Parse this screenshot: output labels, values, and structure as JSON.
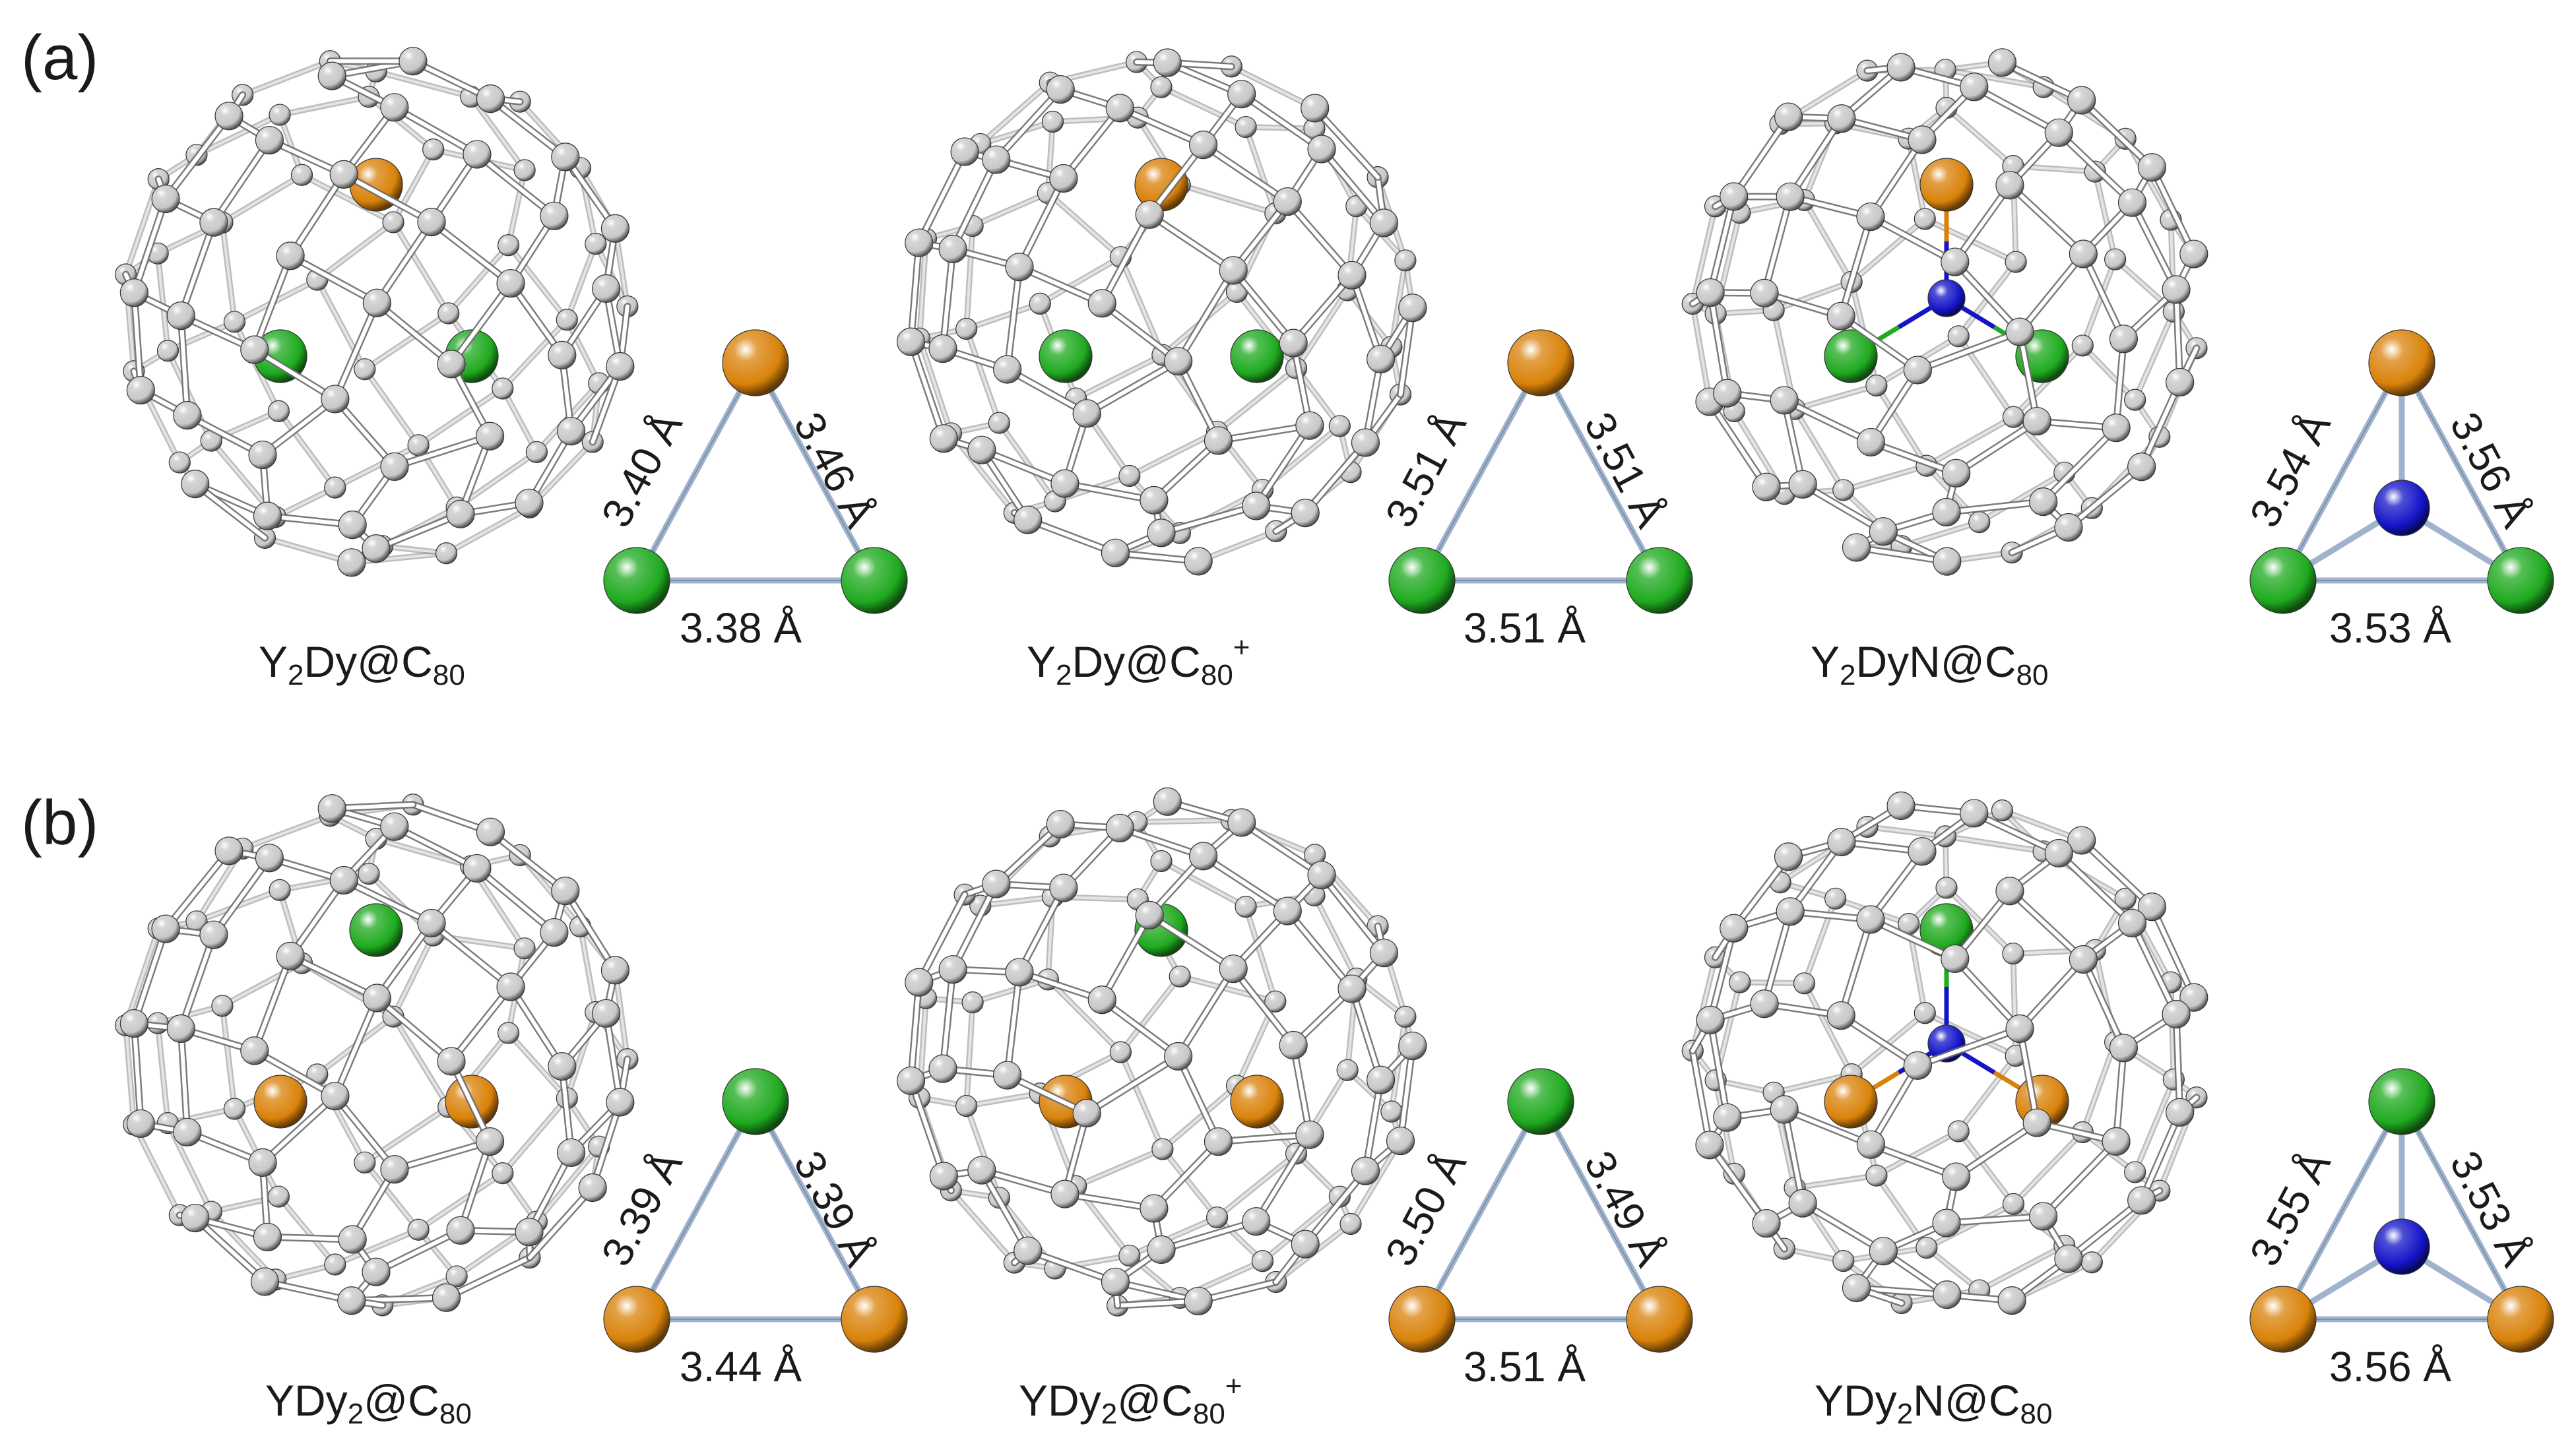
{
  "panels": [
    {
      "label": "(a)",
      "molecules": [
        {
          "name": {
            "p1": "Y",
            "s1": "2",
            "p2": "Dy@C",
            "s2": "80",
            "sup": ""
          },
          "apex": "Dy",
          "base": "Y",
          "nitride": false,
          "distances": {
            "left": "3.40 Å",
            "right": "3.46 Å",
            "base": "3.38 Å"
          }
        },
        {
          "name": {
            "p1": "Y",
            "s1": "2",
            "p2": "Dy@C",
            "s2": "80",
            "sup": "+"
          },
          "apex": "Dy",
          "base": "Y",
          "nitride": false,
          "distances": {
            "left": "3.51 Å",
            "right": "3.51 Å",
            "base": "3.51 Å"
          }
        },
        {
          "name": {
            "p1": "Y",
            "s1": "2",
            "p2": "DyN@C",
            "s2": "80",
            "sup": ""
          },
          "apex": "Dy",
          "base": "Y",
          "nitride": true,
          "distances": {
            "left": "3.54 Å",
            "right": "3.56 Å",
            "base": "3.53 Å"
          }
        }
      ]
    },
    {
      "label": "(b)",
      "molecules": [
        {
          "name": {
            "p1": "YDy",
            "s1": "2",
            "p2": "@C",
            "s2": "80",
            "sup": ""
          },
          "apex": "Y",
          "base": "Dy",
          "nitride": false,
          "distances": {
            "left": "3.39 Å",
            "right": "3.39 Å",
            "base": "3.44 Å"
          }
        },
        {
          "name": {
            "p1": "YDy",
            "s1": "2",
            "p2": "@C",
            "s2": "80",
            "sup": "+"
          },
          "apex": "Y",
          "base": "Dy",
          "nitride": false,
          "distances": {
            "left": "3.50 Å",
            "right": "3.49 Å",
            "base": "3.51 Å"
          }
        },
        {
          "name": {
            "p1": "YDy",
            "s1": "2",
            "p2": "N@C",
            "s2": "80",
            "sup": ""
          },
          "apex": "Y",
          "base": "Dy",
          "nitride": true,
          "distances": {
            "left": "3.55 Å",
            "right": "3.53 Å",
            "base": "3.56 Å"
          }
        }
      ]
    }
  ],
  "colors": {
    "Dy": "#d9820a",
    "Y": "#1faa1f",
    "N": "#1414c8",
    "carbon": "#c8c8c8",
    "bond": "#9fb3cc",
    "cage_bond": "#6e6e6e"
  }
}
